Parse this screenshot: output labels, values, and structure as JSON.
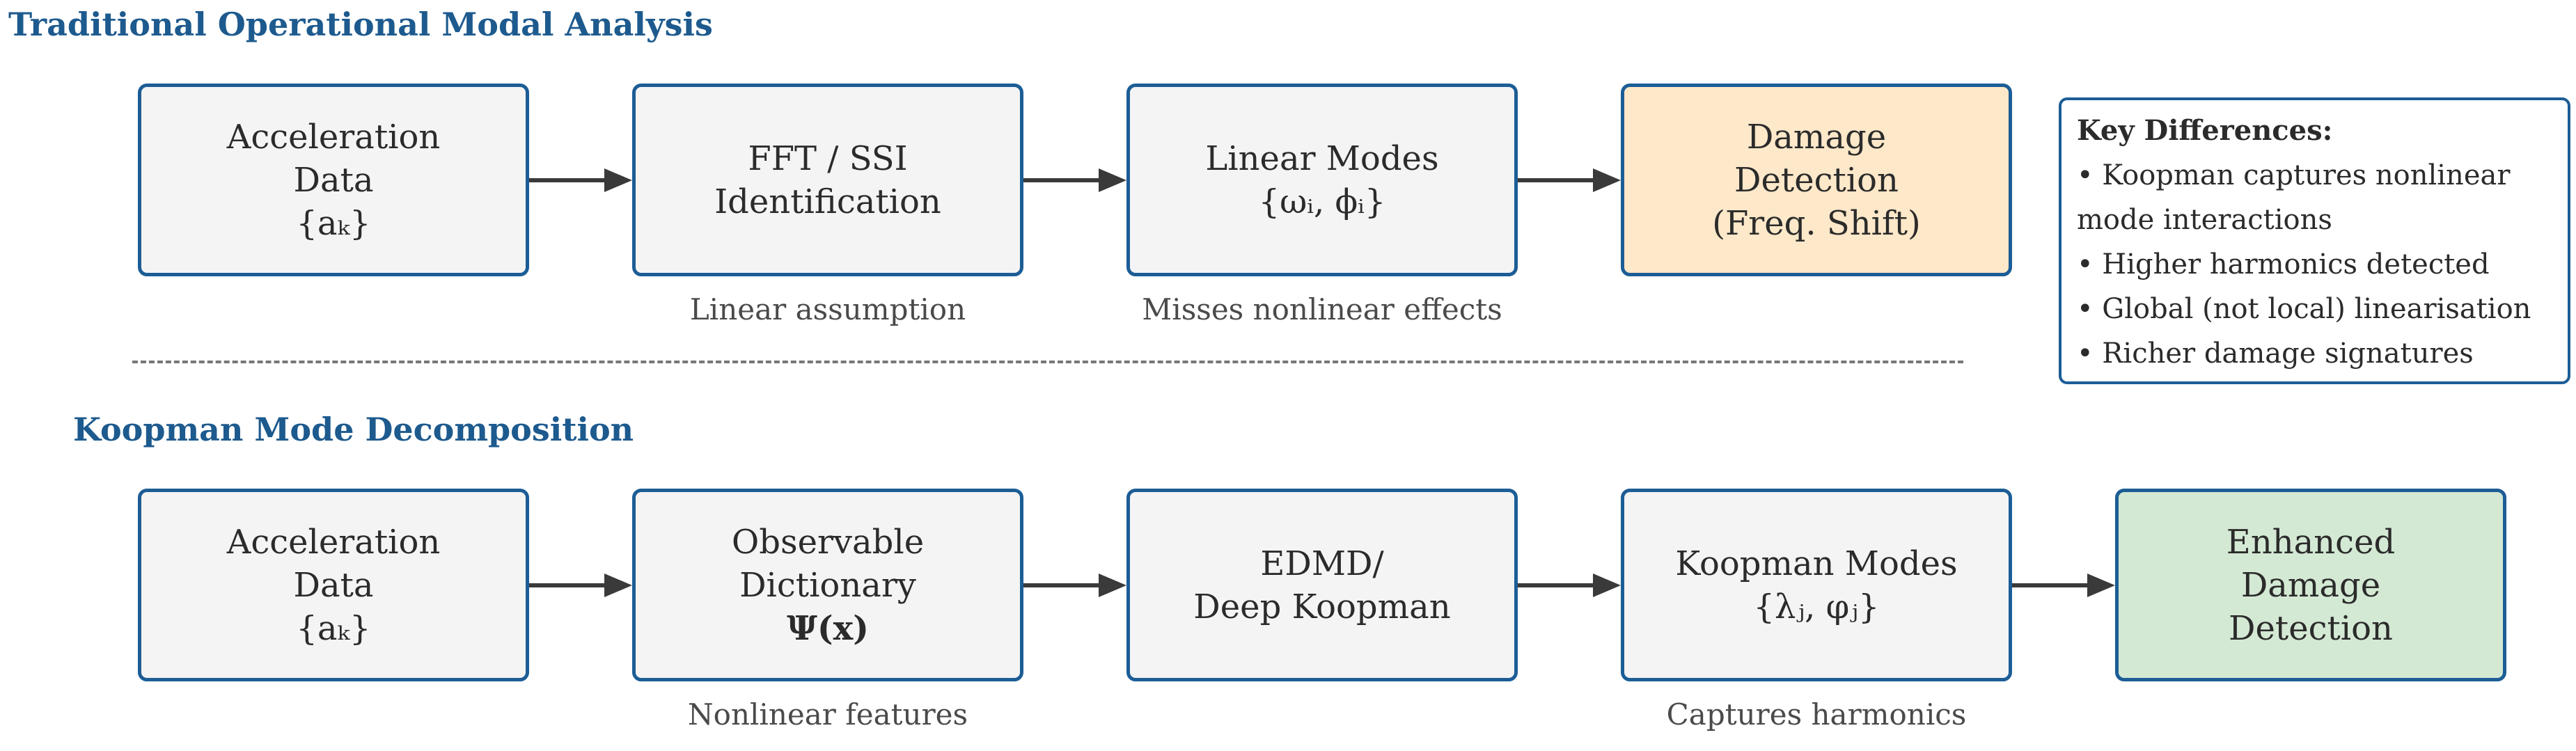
{
  "sections": {
    "traditional_title": "Traditional Operational Modal Analysis",
    "koopman_title": "Koopman Mode Decomposition"
  },
  "traditional": {
    "boxes": [
      {
        "lines": [
          "Acceleration",
          "Data",
          "{aₖ}"
        ]
      },
      {
        "lines": [
          "FFT / SSI",
          "Identification"
        ]
      },
      {
        "lines": [
          "Linear Modes",
          "{ωᵢ, ϕᵢ}"
        ]
      },
      {
        "lines": [
          "Damage",
          "Detection",
          "(Freq. Shift)"
        ]
      }
    ],
    "captions": [
      "Linear assumption",
      "Misses nonlinear effects"
    ]
  },
  "koopman": {
    "boxes": [
      {
        "lines": [
          "Acceleration",
          "Data",
          "{aₖ}"
        ]
      },
      {
        "lines": [
          "Observable",
          "Dictionary",
          "Ψ(x)"
        ]
      },
      {
        "lines": [
          "EDMD/",
          "Deep Koopman"
        ]
      },
      {
        "lines": [
          "Koopman Modes",
          "{λⱼ, φⱼ}"
        ]
      },
      {
        "lines": [
          "Enhanced",
          "Damage",
          "Detection"
        ]
      }
    ],
    "captions": [
      "Nonlinear features",
      "Captures harmonics"
    ]
  },
  "key_differences": {
    "heading": "Key Differences:",
    "items": [
      "• Koopman captures nonlinear",
      "mode interactions",
      "• Higher harmonics detected",
      "• Global (not local) linearisation",
      "• Richer damage signatures"
    ]
  },
  "colors": {
    "title": "#1d5a8e",
    "box_border": "#1c5d96",
    "box_fill": "#f4f4f4",
    "damage_fill": "#fde8c9",
    "enhanced_fill": "#d4e9d4",
    "arrow": "#3a3a3a"
  }
}
